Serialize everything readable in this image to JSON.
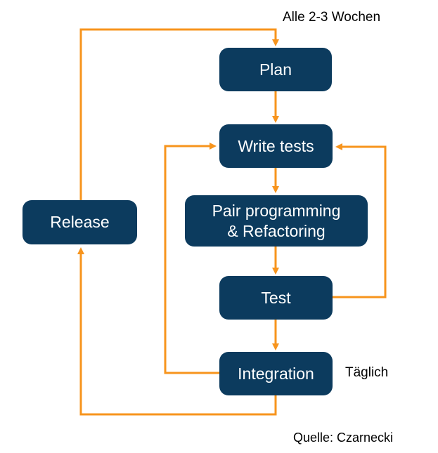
{
  "colors": {
    "arrow_orange": "#F7941D",
    "node_navy": "#0C3B5E",
    "node_text_white": "#FFFFFF",
    "annotation_black": "#000000",
    "background_white": "#FFFFFF"
  },
  "annotations": {
    "release_cycle": "Alle 2-3 Wochen",
    "daily_cycle": "Täglich",
    "source": "Quelle: Czarnecki"
  },
  "nodes": [
    {
      "id": "plan",
      "label": "Plan"
    },
    {
      "id": "write-tests",
      "label": "Write tests"
    },
    {
      "id": "pair-programming",
      "label_line1": "Pair programming",
      "label_line2": "& Refactoring"
    },
    {
      "id": "test",
      "label": "Test"
    },
    {
      "id": "integration",
      "label": "Integration"
    },
    {
      "id": "release",
      "label": "Release"
    }
  ],
  "edges": [
    {
      "from": "Plan",
      "to": "Write tests"
    },
    {
      "from": "Write tests",
      "to": "Pair programming & Refactoring"
    },
    {
      "from": "Pair programming & Refactoring",
      "to": "Test"
    },
    {
      "from": "Test",
      "to": "Integration"
    },
    {
      "from": "Test",
      "to": "Write tests"
    },
    {
      "from": "Integration",
      "to": "Write tests"
    },
    {
      "from": "Integration",
      "to": "Release",
      "note": "Täglich"
    },
    {
      "from": "Release",
      "to": "Plan",
      "note": "Alle 2-3 Wochen"
    }
  ]
}
